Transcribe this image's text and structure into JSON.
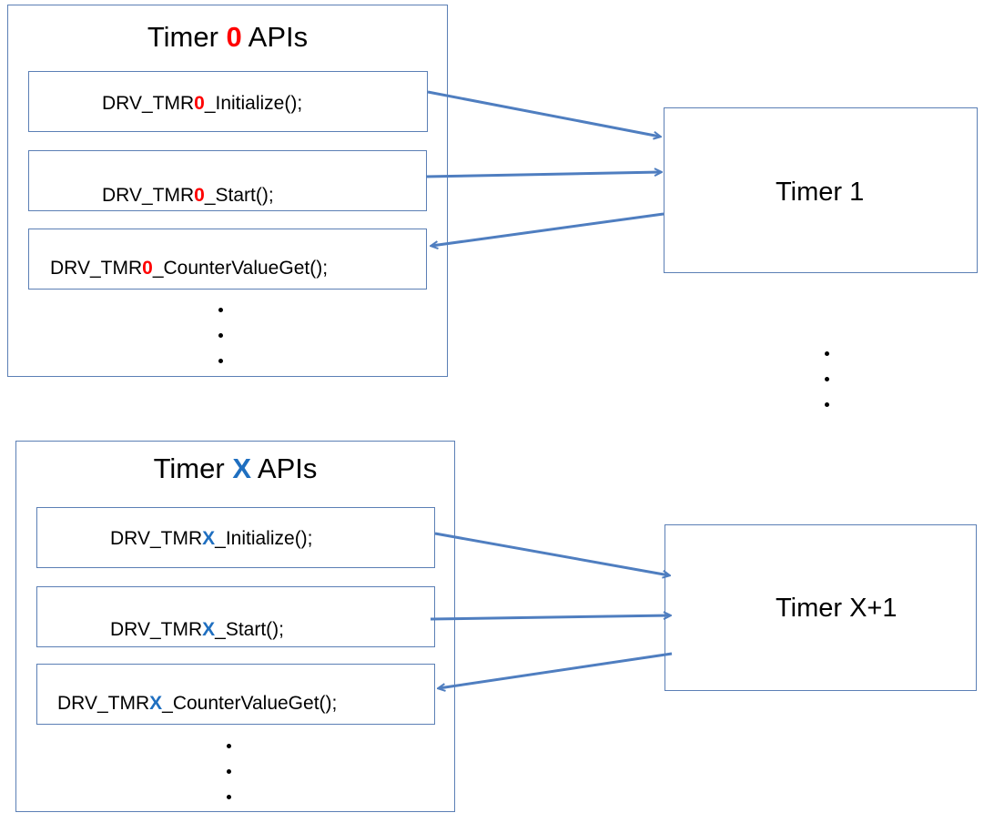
{
  "groups": [
    {
      "title_prefix": "Timer ",
      "title_id": "0",
      "title_suffix": " APIs",
      "id_color": "#ff0000",
      "apis": [
        {
          "prefix": "DRV_TMR",
          "id": "0",
          "suffix": "_Initialize();"
        },
        {
          "prefix": "DRV_TMR",
          "id": "0",
          "suffix": "_Start();"
        },
        {
          "prefix": "DRV_TMR",
          "id": "0",
          "suffix": "_CounterValueGet();"
        }
      ]
    },
    {
      "title_prefix": "Timer ",
      "title_id": "X",
      "title_suffix": " APIs",
      "id_color": "#1f6fc0",
      "apis": [
        {
          "prefix": "DRV_TMR",
          "id": "X",
          "suffix": "_Initialize();"
        },
        {
          "prefix": "DRV_TMR",
          "id": "X",
          "suffix": "_Start();"
        },
        {
          "prefix": "DRV_TMR",
          "id": "X",
          "suffix": "_CounterValueGet();"
        }
      ]
    }
  ],
  "timers": [
    {
      "label": "Timer 1"
    },
    {
      "label": "Timer X+1"
    }
  ],
  "colors": {
    "border": "#5b7fb5",
    "arrow": "#4f7ec0"
  }
}
